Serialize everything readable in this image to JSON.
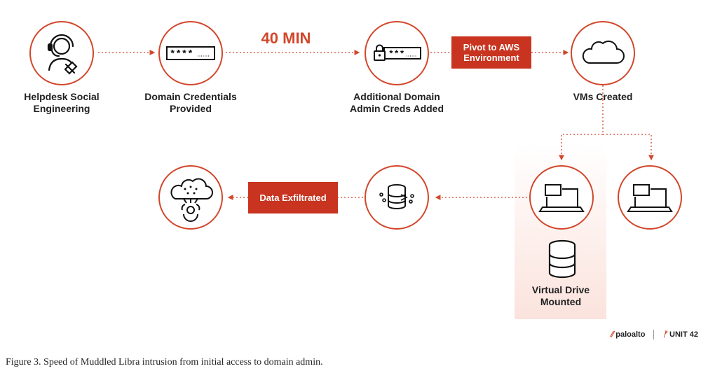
{
  "diagram": {
    "time_marker": "40 MIN",
    "steps": [
      {
        "id": "helpdesk",
        "label_lines": [
          "Helpdesk Social",
          "Engineering"
        ],
        "icon": "headset-agent-icon"
      },
      {
        "id": "credentials",
        "label_lines": [
          "Domain Credentials",
          "Provided"
        ],
        "icon": "password-field-icon",
        "field_text": "****"
      },
      {
        "id": "admin-creds",
        "label_lines": [
          "Additional Domain",
          "Admin Creds Added"
        ],
        "icon": "locked-password-icon",
        "field_text": "***"
      },
      {
        "id": "vms",
        "label_lines": [
          "VMs Created"
        ],
        "icon": "cloud-icon"
      },
      {
        "id": "vm-laptop-1",
        "label_lines": [],
        "icon": "laptop-icon"
      },
      {
        "id": "vm-laptop-2",
        "label_lines": [],
        "icon": "laptop-icon"
      },
      {
        "id": "virtual-drive",
        "label_lines": [
          "Virtual Drive",
          "Mounted"
        ],
        "icon": "database-icon"
      },
      {
        "id": "data-store",
        "label_lines": [],
        "icon": "database-transfer-icon"
      },
      {
        "id": "exfil-cloud",
        "label_lines": [],
        "icon": "compromised-cloud-icon"
      }
    ],
    "tags": [
      {
        "id": "pivot",
        "text_lines": [
          "Pivot to AWS",
          "Environment"
        ]
      },
      {
        "id": "exfil",
        "text_lines": [
          "Data Exfiltrated"
        ]
      }
    ],
    "accent_color": "#d2462a",
    "tag_color": "#c8341f"
  },
  "footer": {
    "brand_left": "paloalto",
    "brand_right": "UNIT 42",
    "caption": "Figure 3. Speed of Muddled Libra intrusion from initial access to domain admin."
  }
}
